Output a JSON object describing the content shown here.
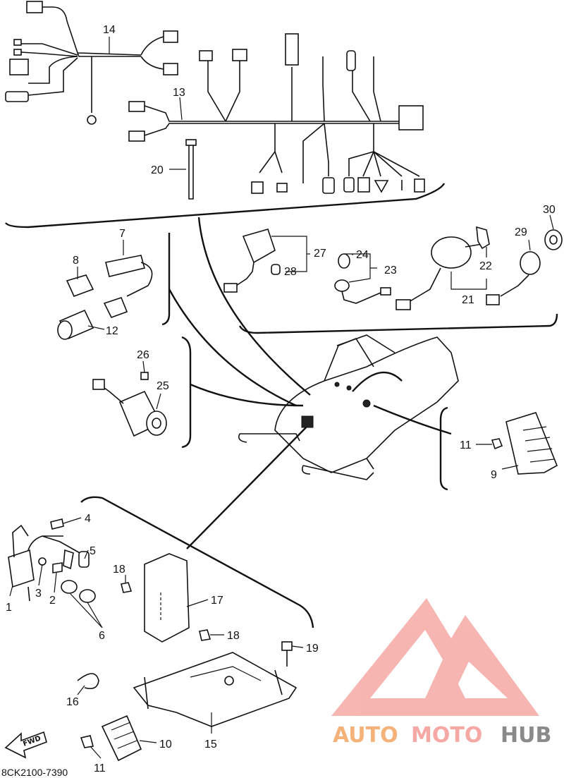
{
  "labels": {
    "p1": "1",
    "p2": "2",
    "p3": "3",
    "p4": "4",
    "p5": "5",
    "p6": "6",
    "p7": "7",
    "p8": "8",
    "p9": "9",
    "p10": "10",
    "p11a": "11",
    "p11b": "11",
    "p12": "12",
    "p13": "13",
    "p14": "14",
    "p15": "15",
    "p16": "16",
    "p17": "17",
    "p18a": "18",
    "p18b": "18",
    "p19": "19",
    "p20": "20",
    "p21": "21",
    "p22": "22",
    "p23": "23",
    "p24": "24",
    "p25": "25",
    "p26": "26",
    "p27": "27",
    "p28": "28",
    "p29": "29",
    "p30": "30"
  },
  "footer": {
    "code": "8CK2100-7390"
  },
  "fwd_label": "FWD",
  "watermark": {
    "part1": "AUTO",
    "part2": "MOTO",
    "part3": "HUB",
    "color_light": "#f6a9a4",
    "color_orange": "#f4b27a",
    "color_gray": "#8a8a8a"
  }
}
